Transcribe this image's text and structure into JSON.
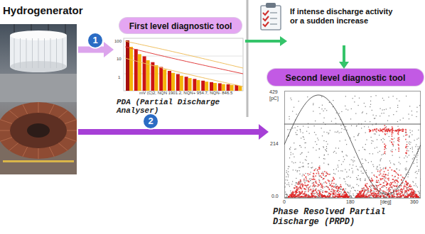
{
  "diagram": {
    "nodes": [
      {
        "text": [
          "Hydrogenerator"
        ]
      },
      {
        "text": [
          "First level diagnostic tool"
        ]
      },
      {
        "text": [
          "PDA (Partial Discharge Analyser)"
        ]
      },
      {
        "text": [
          "If intense discharge activity or a sudden increase"
        ]
      },
      {
        "text": [
          "Second level diagnostic tool"
        ]
      },
      {
        "text": [
          "Phase Resolved Partial Discharge (PRPD)"
        ]
      }
    ],
    "edges": [
      {
        "from": 0,
        "to": 2,
        "label": "1",
        "arrow": "to"
      },
      {
        "from": 2,
        "to": 3,
        "arrow": "to"
      },
      {
        "from": 3,
        "to": 4,
        "arrow": "to"
      },
      {
        "from": 0,
        "to": 5,
        "label": "2",
        "arrow": "to"
      }
    ],
    "labels": [
      "100",
      "10",
      "1",
      "mV (C)2, NQN 1901.2, NQN+ 954.7, NQN- 846.5",
      "429",
      "[pC]",
      "214",
      "0.0",
      "0",
      "180",
      "[deg]",
      "360"
    ]
  }
}
